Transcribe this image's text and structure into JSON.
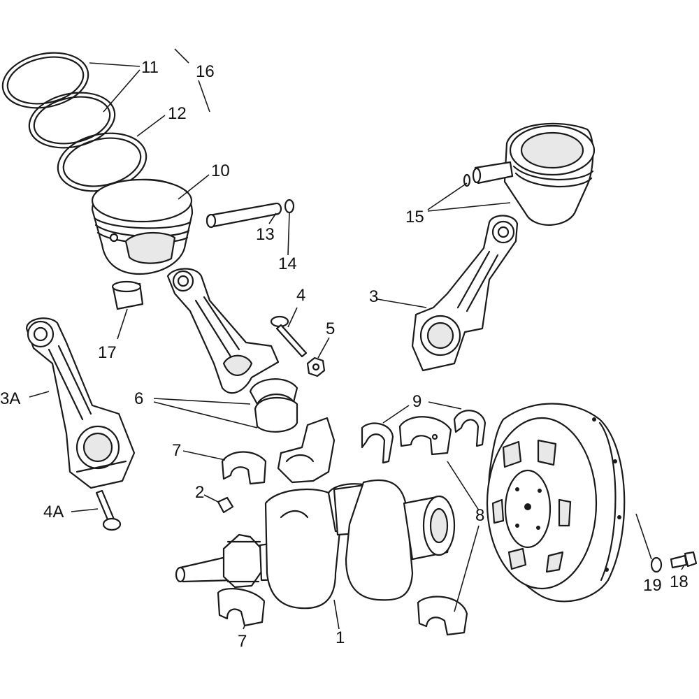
{
  "labels": {
    "l1": "1",
    "l2": "2",
    "l3": "3",
    "l3a": "3A",
    "l4": "4",
    "l4a": "4A",
    "l5": "5",
    "l6": "6",
    "l7a": "7",
    "l7b": "7",
    "l8": "8",
    "l9": "9",
    "l10": "10",
    "l11": "11",
    "l12": "12",
    "l13": "13",
    "l14": "14",
    "l15": "15",
    "l16": "16",
    "l17": "17",
    "l18": "18",
    "l19": "19"
  },
  "colors": {
    "ink": "#1a1a1a",
    "paper": "#ffffff"
  }
}
